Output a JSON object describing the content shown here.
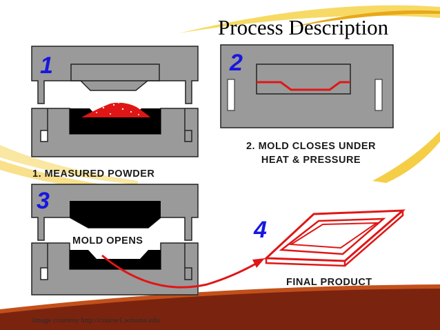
{
  "slide": {
    "title": "Process Description",
    "credit": "Image courtesy  http://course1.winona.edu"
  },
  "steps": [
    {
      "number": "1",
      "caption": "1. MEASURED POWDER"
    },
    {
      "number": "2",
      "caption_line1": "2. MOLD CLOSES UNDER",
      "caption_line2": "HEAT & PRESSURE"
    },
    {
      "number": "3",
      "caption": "MOLD OPENS"
    },
    {
      "number": "4",
      "caption": "FINAL PRODUCT"
    }
  ],
  "colors": {
    "mold_gray": "#9a9a9a",
    "black_part": "#000000",
    "material_red": "#e01616",
    "number_blue": "#1717e0",
    "swoosh_gold": "#f2c21a",
    "footer_maroon": "#7a2410"
  }
}
